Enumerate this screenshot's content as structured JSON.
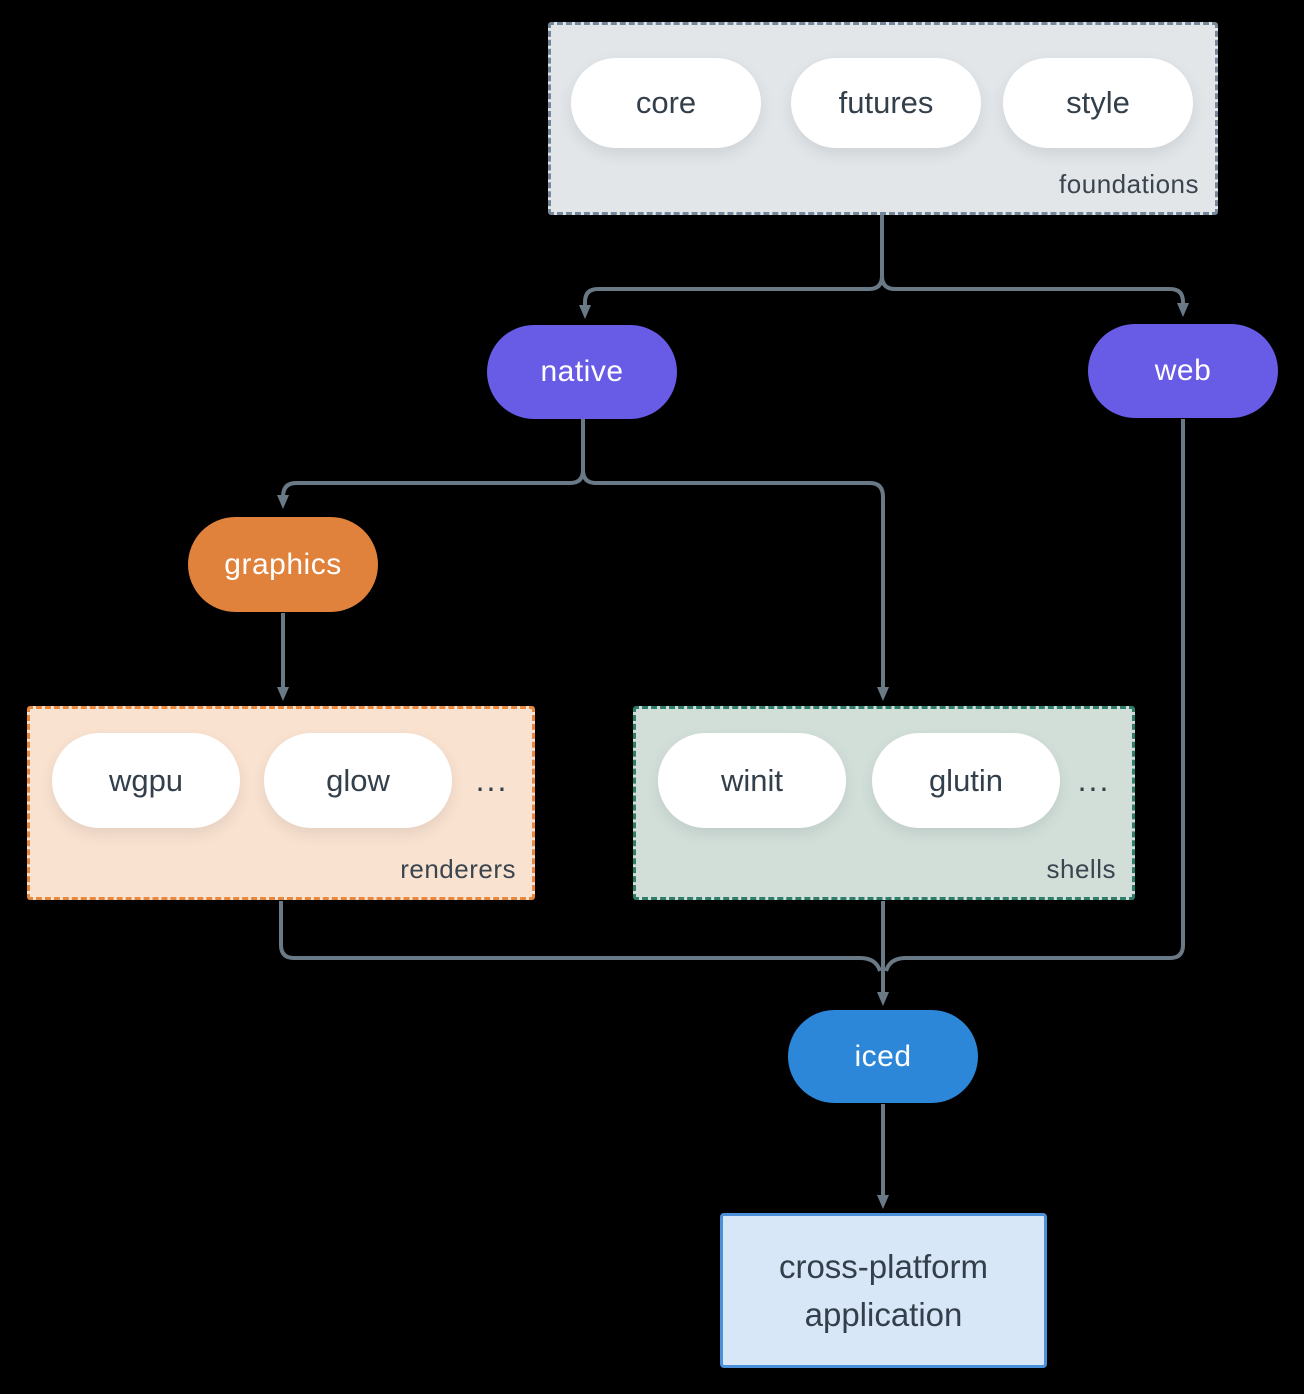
{
  "colors": {
    "background": "#000000",
    "connector": "#6A7986",
    "node_text_light": "#FFFFFF",
    "node_text_dark": "#333F4A",
    "native_web_fill": "#685CE6",
    "graphics_fill": "#E0813C",
    "iced_fill": "#2D87D8",
    "foundations_fill": "#E2E6E9",
    "foundations_border": "#76879B",
    "renderers_fill": "#FAE2D0",
    "renderers_border": "#E8873E",
    "shells_fill": "#D2DFD9",
    "shells_border": "#2F7E6C",
    "application_fill": "#D8E7F7",
    "application_border": "#4B90D9"
  },
  "groups": {
    "foundations": {
      "label": "foundations",
      "items": [
        "core",
        "futures",
        "style"
      ]
    },
    "renderers": {
      "label": "renderers",
      "items": [
        "wgpu",
        "glow"
      ],
      "ellipsis": "..."
    },
    "shells": {
      "label": "shells",
      "items": [
        "winit",
        "glutin"
      ],
      "ellipsis": "..."
    }
  },
  "nodes": {
    "native": {
      "label": "native"
    },
    "web": {
      "label": "web"
    },
    "graphics": {
      "label": "graphics"
    },
    "iced": {
      "label": "iced"
    },
    "application": {
      "line1": "cross-platform",
      "line2": "application"
    }
  }
}
